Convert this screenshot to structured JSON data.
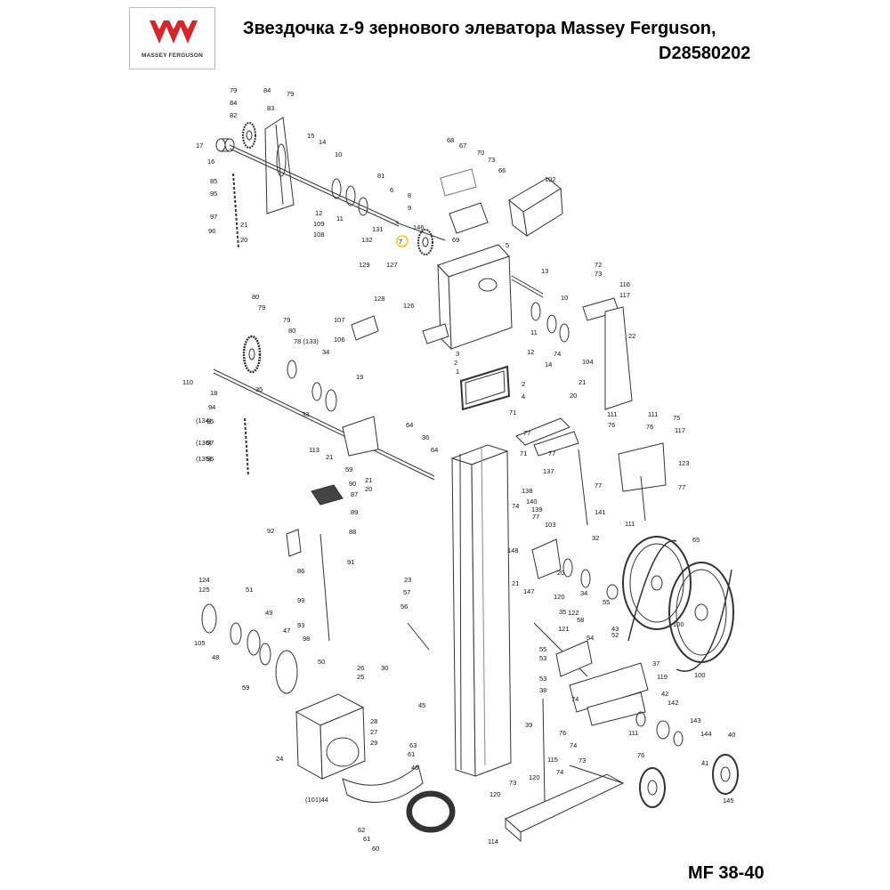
{
  "header": {
    "logo_text": "MASSEY FERGUSON",
    "title_line1": "Звездочка z-9 зернового элеватора Massey Ferguson,",
    "title_line2": "D28580202"
  },
  "footer": {
    "model": "MF 38-40"
  },
  "colors": {
    "brand_red": "#d6262d",
    "highlight": "#f0c000",
    "line": "#333333"
  },
  "callouts": [
    {
      "t": "79"
    },
    {
      "t": "84"
    },
    {
      "t": "79"
    },
    {
      "t": "84"
    },
    {
      "t": "83"
    },
    {
      "t": "82"
    },
    {
      "t": "17"
    },
    {
      "t": "16"
    },
    {
      "t": "15"
    },
    {
      "t": "14"
    },
    {
      "t": "10"
    },
    {
      "t": "85"
    },
    {
      "t": "95"
    },
    {
      "t": "12"
    },
    {
      "t": "11"
    },
    {
      "t": "97"
    },
    {
      "t": "96"
    },
    {
      "t": "21"
    },
    {
      "t": "109"
    },
    {
      "t": "108"
    },
    {
      "t": "20"
    },
    {
      "t": "81"
    },
    {
      "t": "6"
    },
    {
      "t": "8"
    },
    {
      "t": "9"
    },
    {
      "t": "131"
    },
    {
      "t": "7"
    },
    {
      "t": "146"
    },
    {
      "t": "69"
    },
    {
      "t": "68"
    },
    {
      "t": "67"
    },
    {
      "t": "70"
    },
    {
      "t": "73"
    },
    {
      "t": "66"
    },
    {
      "t": "102"
    },
    {
      "t": "5"
    },
    {
      "t": "132"
    },
    {
      "t": "127"
    },
    {
      "t": "129"
    },
    {
      "t": "128"
    },
    {
      "t": "126"
    },
    {
      "t": "13"
    },
    {
      "t": "72"
    },
    {
      "t": "73"
    },
    {
      "t": "116"
    },
    {
      "t": "117"
    },
    {
      "t": "10"
    },
    {
      "t": "11"
    },
    {
      "t": "22"
    },
    {
      "t": "12"
    },
    {
      "t": "74"
    },
    {
      "t": "14"
    },
    {
      "t": "104"
    },
    {
      "t": "80"
    },
    {
      "t": "79"
    },
    {
      "t": "79"
    },
    {
      "t": "80"
    },
    {
      "t": "78 (133)"
    },
    {
      "t": "107"
    },
    {
      "t": "106"
    },
    {
      "t": "34"
    },
    {
      "t": "110"
    },
    {
      "t": "18"
    },
    {
      "t": "35"
    },
    {
      "t": "19"
    },
    {
      "t": "94"
    },
    {
      "t": "33"
    },
    {
      "t": "3"
    },
    {
      "t": "2"
    },
    {
      "t": "1"
    },
    {
      "t": "2"
    },
    {
      "t": "4"
    },
    {
      "t": "71"
    },
    {
      "t": "21"
    },
    {
      "t": "20"
    },
    {
      "t": "(134)"
    },
    {
      "t": "95"
    },
    {
      "t": "(136)"
    },
    {
      "t": "97"
    },
    {
      "t": "(135)"
    },
    {
      "t": "96"
    },
    {
      "t": "64"
    },
    {
      "t": "36"
    },
    {
      "t": "64"
    },
    {
      "t": "113"
    },
    {
      "t": "21"
    },
    {
      "t": "59"
    },
    {
      "t": "21"
    },
    {
      "t": "20"
    },
    {
      "t": "77"
    },
    {
      "t": "71"
    },
    {
      "t": "77"
    },
    {
      "t": "90"
    },
    {
      "t": "87"
    },
    {
      "t": "89"
    },
    {
      "t": "111"
    },
    {
      "t": "76"
    },
    {
      "t": "111"
    },
    {
      "t": "75"
    },
    {
      "t": "76"
    },
    {
      "t": "117"
    },
    {
      "t": "123"
    },
    {
      "t": "77"
    },
    {
      "t": "137"
    },
    {
      "t": "138"
    },
    {
      "t": "140"
    },
    {
      "t": "139"
    },
    {
      "t": "77"
    },
    {
      "t": "103"
    },
    {
      "t": "74"
    },
    {
      "t": "77"
    },
    {
      "t": "141"
    },
    {
      "t": "88"
    },
    {
      "t": "92"
    },
    {
      "t": "111"
    },
    {
      "t": "65"
    },
    {
      "t": "32"
    },
    {
      "t": "148"
    },
    {
      "t": "21"
    },
    {
      "t": "147"
    },
    {
      "t": "20"
    },
    {
      "t": "34"
    },
    {
      "t": "35"
    },
    {
      "t": "91"
    },
    {
      "t": "86"
    },
    {
      "t": "124"
    },
    {
      "t": "125"
    },
    {
      "t": "51"
    },
    {
      "t": "99"
    },
    {
      "t": "23"
    },
    {
      "t": "57"
    },
    {
      "t": "56"
    },
    {
      "t": "93"
    },
    {
      "t": "98"
    },
    {
      "t": "49"
    },
    {
      "t": "47"
    },
    {
      "t": "105"
    },
    {
      "t": "48"
    },
    {
      "t": "120"
    },
    {
      "t": "122"
    },
    {
      "t": "58"
    },
    {
      "t": "55"
    },
    {
      "t": "121"
    },
    {
      "t": "54"
    },
    {
      "t": "43"
    },
    {
      "t": "52"
    },
    {
      "t": "55"
    },
    {
      "t": "53"
    },
    {
      "t": "100"
    },
    {
      "t": "100"
    },
    {
      "t": "50"
    },
    {
      "t": "26"
    },
    {
      "t": "25"
    },
    {
      "t": "30"
    },
    {
      "t": "59"
    },
    {
      "t": "53"
    },
    {
      "t": "37"
    },
    {
      "t": "119"
    },
    {
      "t": "42"
    },
    {
      "t": "142"
    },
    {
      "t": "38"
    },
    {
      "t": "45"
    },
    {
      "t": "74"
    },
    {
      "t": "28"
    },
    {
      "t": "27"
    },
    {
      "t": "29"
    },
    {
      "t": "39"
    },
    {
      "t": "76"
    },
    {
      "t": "74"
    },
    {
      "t": "111"
    },
    {
      "t": "143"
    },
    {
      "t": "144"
    },
    {
      "t": "40"
    },
    {
      "t": "73"
    },
    {
      "t": "24"
    },
    {
      "t": "63"
    },
    {
      "t": "61"
    },
    {
      "t": "46"
    },
    {
      "t": "115"
    },
    {
      "t": "74"
    },
    {
      "t": "120"
    },
    {
      "t": "76"
    },
    {
      "t": "41"
    },
    {
      "t": "73"
    },
    {
      "t": "120"
    },
    {
      "t": "145"
    },
    {
      "t": "(101)44"
    },
    {
      "t": "62"
    },
    {
      "t": "61"
    },
    {
      "t": "60"
    },
    {
      "t": "114"
    }
  ]
}
